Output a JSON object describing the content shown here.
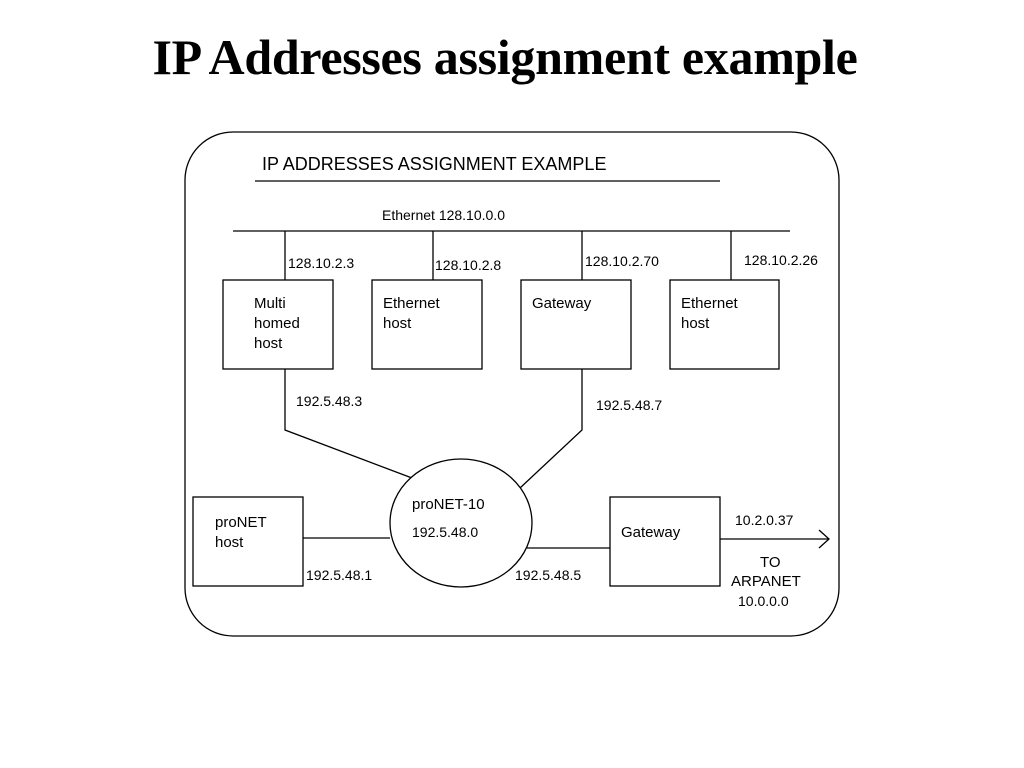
{
  "slide": {
    "title": "IP Addresses assignment example"
  },
  "diagram": {
    "heading": "IP ADDRESSES ASSIGNMENT EXAMPLE",
    "ethernet_label": "Ethernet 128.10.0.0",
    "hosts": [
      {
        "lines": [
          "Multi",
          "homed",
          "host"
        ],
        "address": "128.10.2.3"
      },
      {
        "lines": [
          "Ethernet",
          "host"
        ],
        "address": "128.10.2.8"
      },
      {
        "lines": [
          "Gateway"
        ],
        "address": "128.10.2.70"
      },
      {
        "lines": [
          "Ethernet",
          "host"
        ],
        "address": "128.10.2.26"
      }
    ],
    "multihomed_pronet_address": "192.5.48.3",
    "gateway_pronet_address": "192.5.48.7",
    "pronet": {
      "name": "proNET-10",
      "network": "192.5.48.0"
    },
    "pronet_host": {
      "lines": [
        "proNET",
        "host"
      ],
      "address": "192.5.48.1"
    },
    "arpanet_gateway": {
      "label": "Gateway",
      "pronet_address": "192.5.48.5",
      "arpanet_address": "10.2.0.37"
    },
    "arpanet": {
      "lines": [
        "TO",
        "ARPANET",
        "10.0.0.0"
      ]
    }
  }
}
